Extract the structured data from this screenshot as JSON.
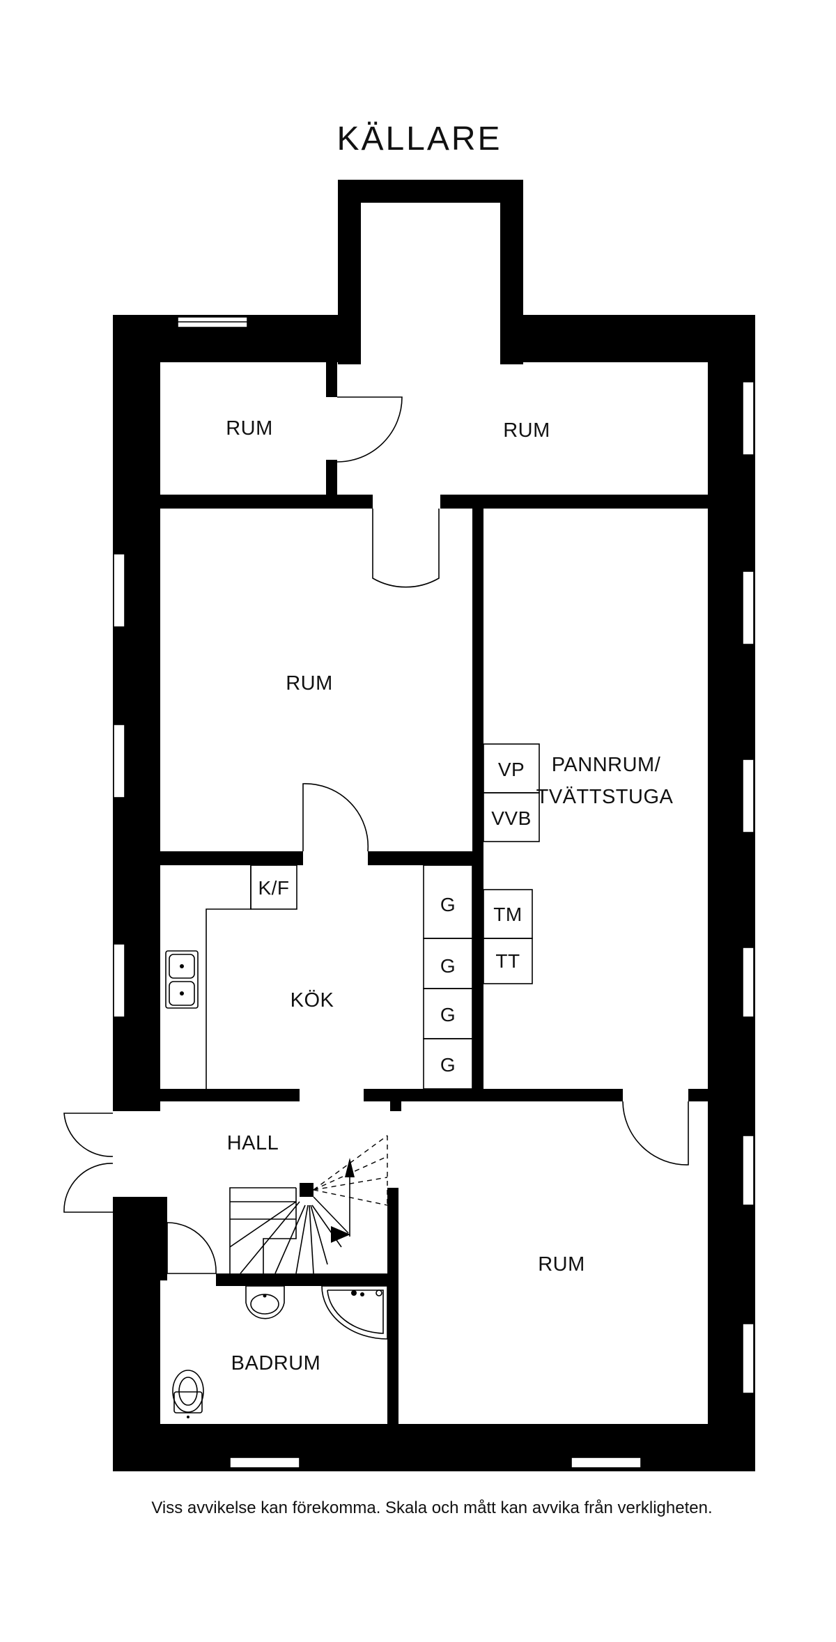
{
  "title": "KÄLLARE",
  "rooms": {
    "rum_top_left": "RUM",
    "rum_top_right": "RUM",
    "rum_middle": "RUM",
    "pannrum_line1": "PANNRUM/",
    "pannrum_line2": "TVÄTTSTUGA",
    "kok": "KÖK",
    "hall": "HALL",
    "badrum": "BADRUM",
    "rum_bottom_right": "RUM"
  },
  "fixtures": {
    "vp": "VP",
    "vvb": "VVB",
    "tm": "TM",
    "tt": "TT",
    "kf": "K/F",
    "g1": "G",
    "g2": "G",
    "g3": "G",
    "g4": "G"
  },
  "disclaimer": "Viss avvikelse kan förekomma. Skala och mått kan avvika från verkligheten."
}
